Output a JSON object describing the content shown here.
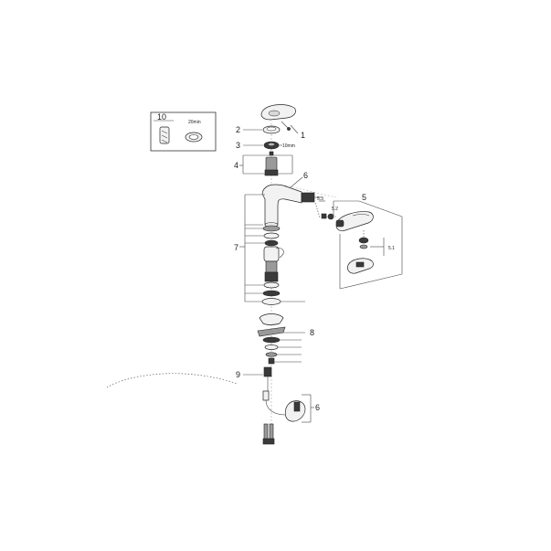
{
  "diagram": {
    "inset": {
      "number": "10",
      "note": "20min"
    },
    "callouts": {
      "p1": "1",
      "p2": "2",
      "p3": "3",
      "p3_note": "10mm",
      "p4": "4",
      "p5": "5",
      "p5_1": "5.1",
      "p5_2": "5.2",
      "p5_3": "5.3",
      "p6a": "6",
      "p6b": "6",
      "p7": "7",
      "p8": "8",
      "p9": "9"
    }
  }
}
